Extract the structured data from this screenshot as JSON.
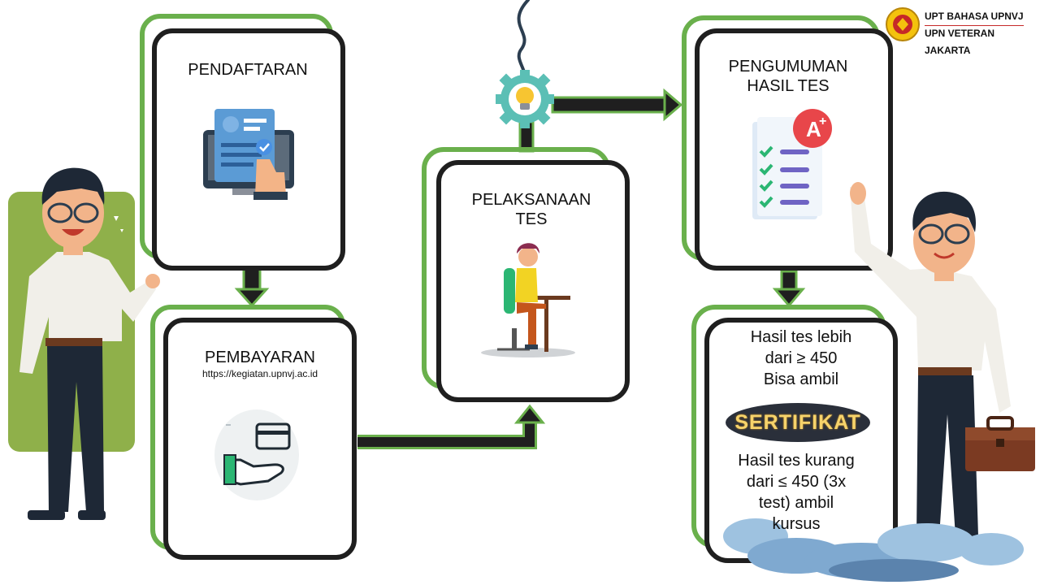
{
  "logo": {
    "line1": "UPT BAHASA UPNVJ",
    "line2": "UPN VETERAN JAKARTA"
  },
  "steps": {
    "registration": {
      "title": "PENDAFTARAN"
    },
    "payment": {
      "title": "PEMBAYARAN",
      "url": "https://kegiatan.upnvj.ac.id"
    },
    "implementation": {
      "title_line1": "PELAKSANAAN",
      "title_line2": "TES"
    },
    "announcement": {
      "title_line1": "PENGUMUMAN",
      "title_line2": "HASIL TES"
    }
  },
  "result": {
    "pass_line1": "Hasil tes lebih",
    "pass_line2": "dari ≥ 450",
    "pass_line3": "Bisa ambil",
    "certificate": "SERTIFIKAT",
    "fail_line1": "Hasil tes kurang",
    "fail_line2": "dari ≤ 450 (3x",
    "fail_line3": "test) ambil",
    "fail_line4": "kursus"
  },
  "colors": {
    "green_frame": "#6ab04c",
    "dark_frame": "#1f1f1f",
    "arrow": "#1f1f1f",
    "gear": "#5bbfb5",
    "bulb": "#f7c531"
  },
  "icons": {
    "registration": "form-computer-icon",
    "payment": "card-hand-icon",
    "implementation": "student-desk-icon",
    "announcement": "checklist-a-plus-icon",
    "idea": "gear-bulb-icon"
  }
}
